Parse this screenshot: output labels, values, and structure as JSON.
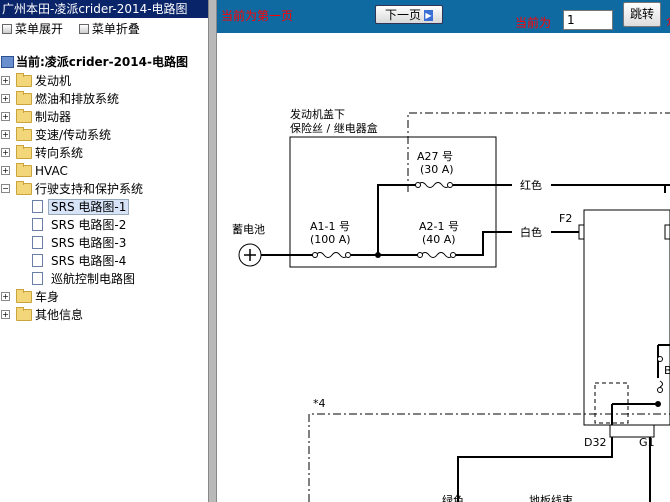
{
  "window": {
    "title": "广州本田-凌派crider-2014-电路图"
  },
  "menu": {
    "expand": "菜单展开",
    "collapse": "菜单折叠"
  },
  "current": "当前:凌派crider-2014-电路图",
  "tree": [
    {
      "label": "发动机",
      "expanded": false
    },
    {
      "label": "燃油和排放系统",
      "expanded": false
    },
    {
      "label": "制动器",
      "expanded": false
    },
    {
      "label": "变速/传动系统",
      "expanded": false
    },
    {
      "label": "转向系统",
      "expanded": false
    },
    {
      "label": "HVAC",
      "expanded": false
    },
    {
      "label": "行驶支持和保护系统",
      "expanded": true
    },
    {
      "label": "车身",
      "expanded": false
    },
    {
      "label": "其他信息",
      "expanded": false
    }
  ],
  "leaves": [
    {
      "label": "SRS 电路图-1",
      "selected": true
    },
    {
      "label": "SRS 电路图-2"
    },
    {
      "label": "SRS 电路图-3"
    },
    {
      "label": "SRS 电路图-4"
    },
    {
      "label": "巡航控制电路图"
    }
  ],
  "toolbar": {
    "page_msg": "当前为第一页",
    "next_label": "下一页",
    "current_label": "当前为",
    "page_value": "1",
    "jump_label": "跳转",
    "edge_mark": "介"
  },
  "diagram": {
    "box_title_1": "发动机盖下",
    "box_title_2": "保险丝 / 继电器盒",
    "fuse_a27": "A27 号",
    "fuse_a27_rating": "(30 A)",
    "fuse_a1": "A1-1 号",
    "fuse_a1_rating": "(100 A)",
    "fuse_a2": "A2-1 号",
    "fuse_a2_rating": "(40 A)",
    "battery": "蓄电池",
    "wire_red": "红色",
    "wire_white": "白色",
    "f2": "F2",
    "star4": "*4",
    "d32": "D32",
    "g1": "G1",
    "b_partial": "B",
    "green": "绿色",
    "floor_harness": "地板线束"
  },
  "colors": {
    "title_bar": "#0a246a",
    "toolbar": "#0f6aa1",
    "warning_text": "#ff0000",
    "splitter": "#b9b9b9"
  }
}
